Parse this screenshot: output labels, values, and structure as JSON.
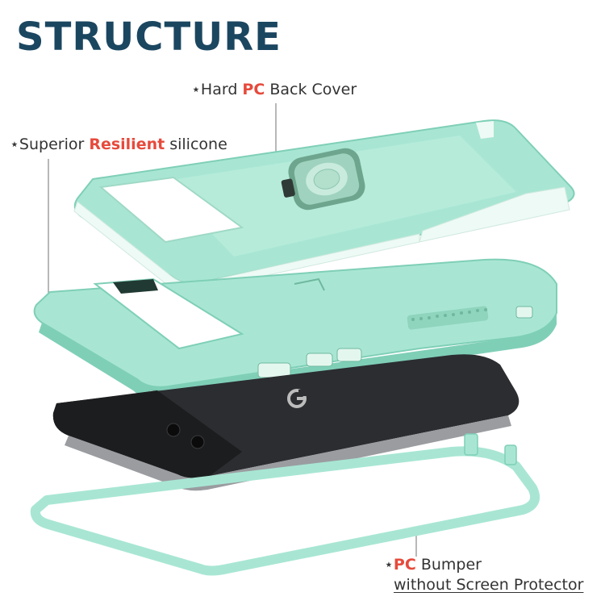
{
  "title": "STRUCTURE",
  "callouts": {
    "back_cover": {
      "star": "⋆",
      "pre": "Hard ",
      "highlight": "PC",
      "post": " Back Cover"
    },
    "silicone": {
      "star": "⋆",
      "pre": "Superior ",
      "highlight": "Resilient",
      "post": " silicone"
    },
    "bumper": {
      "star": "⋆",
      "highlight": "PC",
      "post": " Bumper",
      "line2": "without Screen Protector"
    }
  },
  "colors": {
    "title": "#1b4660",
    "highlight": "#e64a3c",
    "case_mint": "#a8e6d3",
    "case_mint_dark": "#7fcfb7",
    "case_white": "#eefaf5",
    "phone_body": "#2b2d30",
    "camera_bar": "#1c1d1f",
    "metal": "#9a9ca0",
    "ring": "#6ea58e",
    "leader_line": "#888888"
  },
  "icons": [
    "star-icon",
    "google-g-logo",
    "kickstand-ring-icon"
  ]
}
